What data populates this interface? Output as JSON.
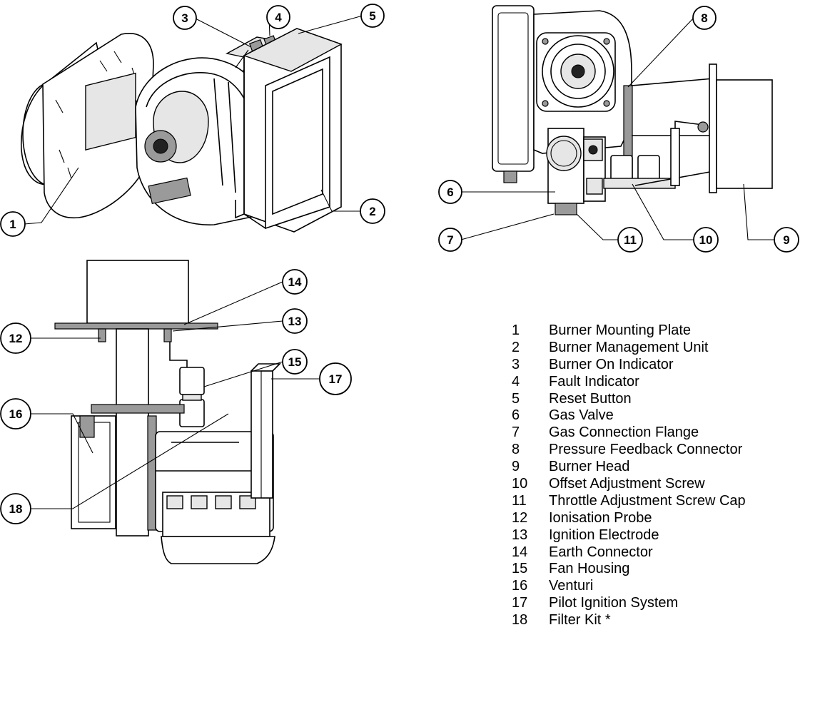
{
  "callouts": [
    "1",
    "2",
    "3",
    "4",
    "5",
    "6",
    "7",
    "8",
    "9",
    "10",
    "11",
    "12",
    "13",
    "14",
    "15",
    "16",
    "17",
    "18"
  ],
  "legend": [
    {
      "num": "1",
      "label": "Burner Mounting Plate"
    },
    {
      "num": "2",
      "label": "Burner Management Unit"
    },
    {
      "num": "3",
      "label": "Burner On Indicator"
    },
    {
      "num": "4",
      "label": "Fault Indicator"
    },
    {
      "num": "5",
      "label": "Reset Button"
    },
    {
      "num": "6",
      "label": "Gas Valve"
    },
    {
      "num": "7",
      "label": "Gas Connection Flange"
    },
    {
      "num": "8",
      "label": "Pressure Feedback Connector"
    },
    {
      "num": "9",
      "label": "Burner Head"
    },
    {
      "num": "10",
      "label": "Offset Adjustment Screw"
    },
    {
      "num": "11",
      "label": "Throttle Adjustment Screw Cap"
    },
    {
      "num": "12",
      "label": "Ionisation Probe"
    },
    {
      "num": "13",
      "label": "Ignition Electrode"
    },
    {
      "num": "14",
      "label": "Earth Connector"
    },
    {
      "num": "15",
      "label": "Fan Housing"
    },
    {
      "num": "16",
      "label": "Venturi"
    },
    {
      "num": "17",
      "label": "Pilot Ignition System"
    },
    {
      "num": "18",
      "label": "Filter Kit *"
    }
  ]
}
